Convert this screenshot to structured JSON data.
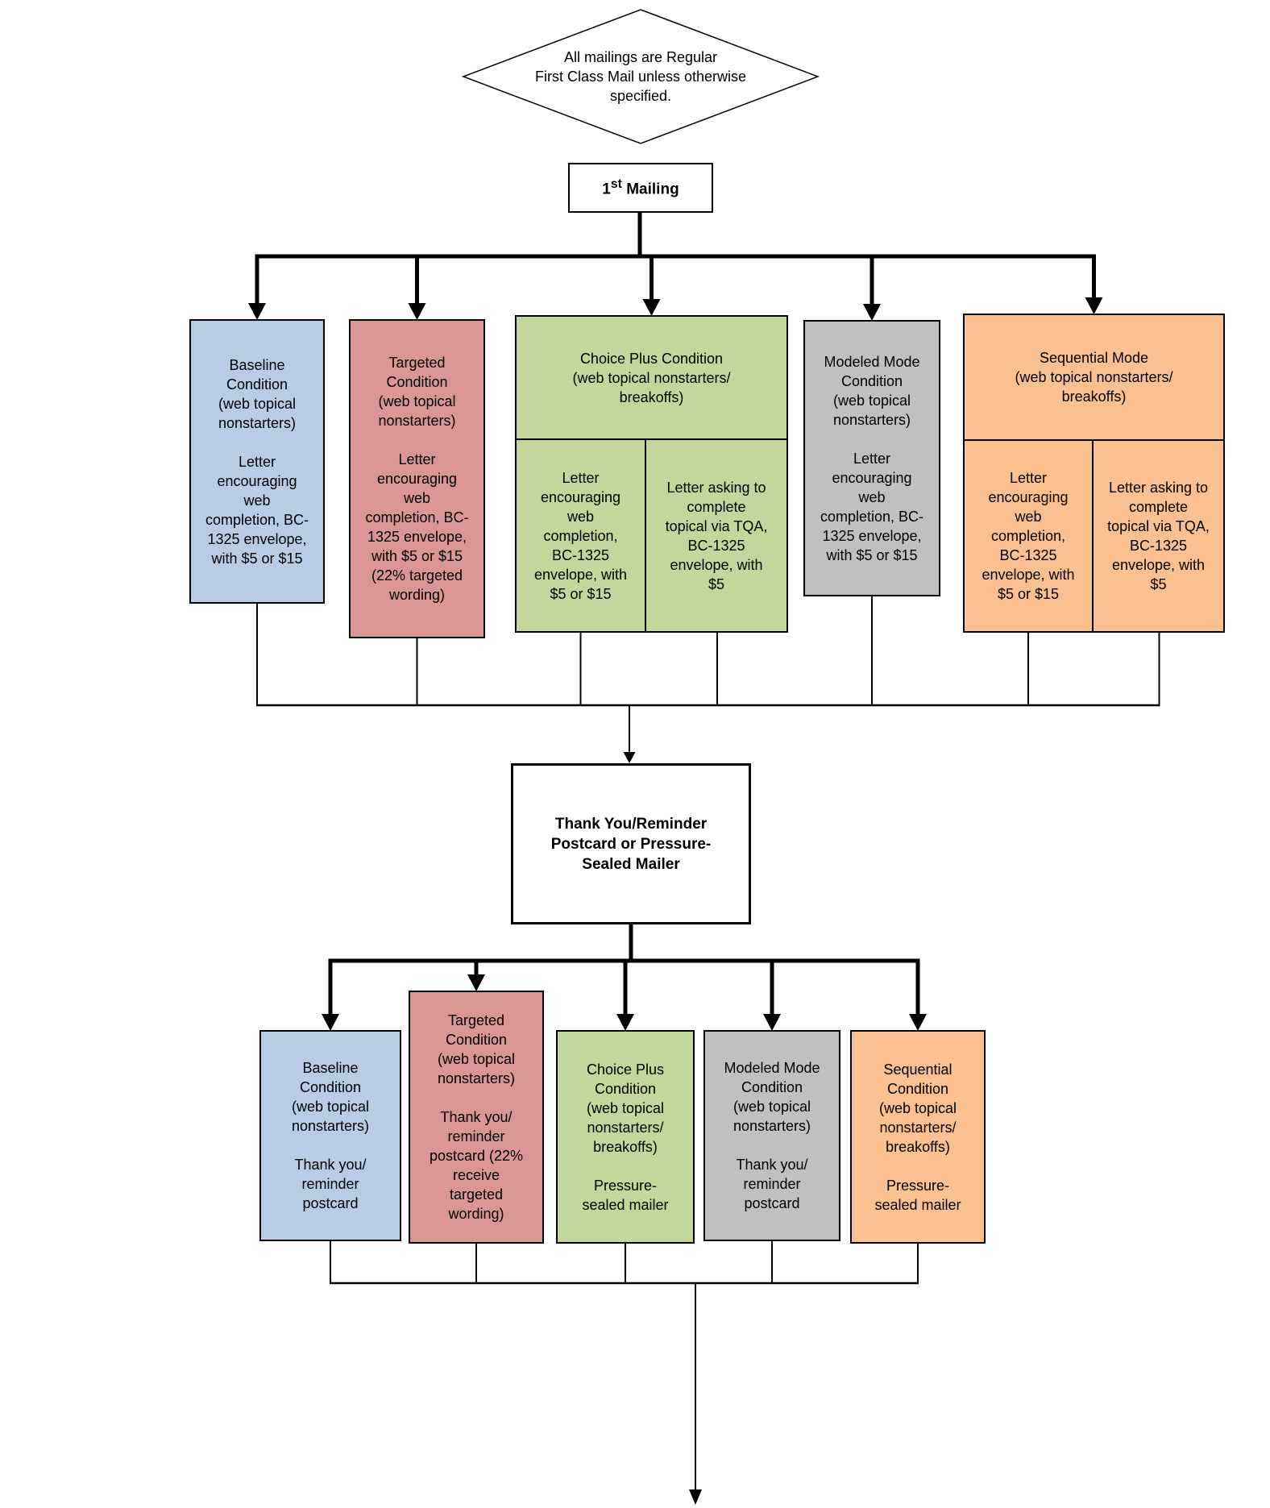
{
  "note": {
    "text": "All mailings are Regular\nFirst Class Mail unless otherwise\nspecified."
  },
  "first_mailing": {
    "num": "1",
    "sup": "st",
    "rest": " Mailing"
  },
  "colors": {
    "baseline_blue": "#b8cce4",
    "targeted_red": "#d99694",
    "choice_plus_green": "#c3d69b",
    "modeled_gray": "#c0c0c0",
    "sequential_orange": "#fac090",
    "line_black": "#000000",
    "background": "#ffffff"
  },
  "row1": {
    "baseline": {
      "title": "Baseline\nCondition\n(web topical\nnonstarters)",
      "body": "Letter\nencouraging\nweb\ncompletion, BC-\n1325 envelope,\nwith $5 or $15"
    },
    "targeted": {
      "title": "Targeted\nCondition\n(web topical\nnonstarters)",
      "body": "Letter\nencouraging\nweb\ncompletion, BC-\n1325 envelope,\nwith $5 or $15\n(22% targeted\nwording)"
    },
    "choice_plus": {
      "header": "Choice Plus Condition\n(web topical nonstarters/\nbreakoffs)",
      "left": "Letter\nencouraging\nweb\ncompletion,\nBC-1325\nenvelope, with\n$5 or $15",
      "right": "Letter asking to\ncomplete\ntopical via TQA,\nBC-1325\nenvelope, with\n$5"
    },
    "modeled": {
      "title": "Modeled Mode\nCondition\n(web topical\nnonstarters)",
      "body": "Letter\nencouraging\nweb\ncompletion, BC-\n1325 envelope,\nwith $5 or $15"
    },
    "sequential": {
      "header": "Sequential Mode\n(web topical nonstarters/\nbreakoffs)",
      "left": "Letter\nencouraging\nweb\ncompletion,\nBC-1325\nenvelope, with\n$5 or $15",
      "right": "Letter asking to\ncomplete\ntopical via TQA,\nBC-1325\nenvelope, with\n$5"
    }
  },
  "middle": {
    "title": "Thank You/Reminder\nPostcard or Pressure-\nSealed Mailer"
  },
  "row2": {
    "baseline": {
      "title": "Baseline\nCondition\n(web topical\nnonstarters)",
      "body": "Thank you/\nreminder\npostcard"
    },
    "targeted": {
      "title": "Targeted\nCondition\n(web topical\nnonstarters)",
      "body": "Thank you/\nreminder\npostcard (22%\nreceive\ntargeted\nwording)"
    },
    "choice_plus": {
      "title": "Choice Plus\nCondition\n(web topical\nnonstarters/\nbreakoffs)",
      "body": "Pressure-\nsealed mailer"
    },
    "modeled": {
      "title": "Modeled Mode\nCondition\n(web topical\nnonstarters)",
      "body": "Thank you/\nreminder\npostcard"
    },
    "sequential": {
      "title": "Sequential\nCondition\n(web topical\nnonstarters/\nbreakoffs)",
      "body": "Pressure-\nsealed mailer"
    }
  }
}
